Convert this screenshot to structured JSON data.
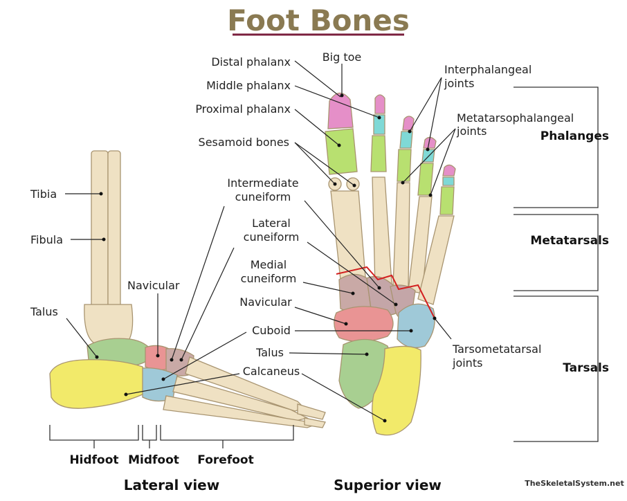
{
  "title": "Foot Bones",
  "labels": {
    "big_toe": "Big toe",
    "distal_phalanx": "Distal phalanx",
    "middle_phalanx": "Middle phalanx",
    "proximal_phalanx": "Proximal phalanx",
    "sesamoid_bones": "Sesamoid bones",
    "interphalangeal_1": "Interphalangeal",
    "interphalangeal_2": "joints",
    "mtp_1": "Metatarsophalangeal",
    "mtp_2": "joints",
    "tibia": "Tibia",
    "fibula": "Fibula",
    "talus_left": "Talus",
    "navicular_left": "Navicular",
    "intermediate_1": "Intermediate",
    "intermediate_2": "cuneiform",
    "lateral_1": "Lateral",
    "lateral_2": "cuneiform",
    "medial_1": "Medial",
    "medial_2": "cuneiform",
    "navicular_center": "Navicular",
    "cuboid": "Cuboid",
    "talus_center": "Talus",
    "calcaneus": "Calcaneus",
    "tmt_1": "Tarsometatarsal",
    "tmt_2": "joints"
  },
  "groups": {
    "phalanges": "Phalanges",
    "metatarsals": "Metatarsals",
    "tarsals": "Tarsals"
  },
  "regions": {
    "hindfoot": "Hidfoot",
    "midfoot": "Midfoot",
    "forefoot": "Forefoot"
  },
  "views": {
    "lateral": "Lateral view",
    "superior": "Superior view"
  },
  "watermark": "TheSkeletalSystem.net",
  "colors": {
    "bone": "#efe1c3",
    "distal_phalanx": "#e58fc8",
    "middle_phalanx": "#7fd9d6",
    "proximal_phalanx": "#b8e070",
    "intermediate_cuneiform": "#c9a9a6",
    "lateral_cuneiform": "#c4a6a8",
    "medial_cuneiform": "#e99494",
    "navicular": "#a8cf91",
    "cuboid": "#9fc9d8",
    "talus": "#a8cf91",
    "calcaneus": "#f2ea6a",
    "tmt_joint_line": "#d32020",
    "title_color": "#8a7a52",
    "title_underline": "#7a1f3d"
  }
}
